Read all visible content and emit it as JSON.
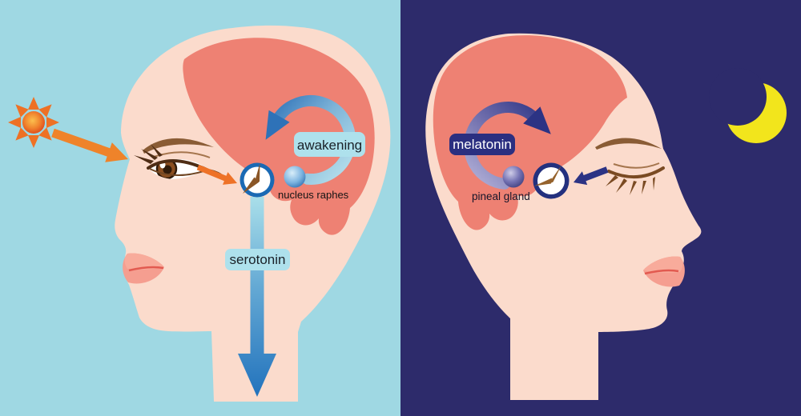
{
  "scene": {
    "description": "day-night serotonin and melatonin cycle diagram with two face profiles",
    "day": {
      "background": "#9fd8e3",
      "cycle_label": "awakening",
      "flow_label": "serotonin",
      "structure_label": "nucleus raphes"
    },
    "night": {
      "background": "#2d2b6b",
      "cycle_label": "melatonin",
      "structure_label": "pineal gland"
    },
    "colors": {
      "skin": "#fbdbcc",
      "brain": "#ee8173",
      "day_label_bg": "#aee1ec",
      "day_label_text": "#1a2128",
      "night_label_bg": "#2b2f80",
      "night_label_text": "#ffffff",
      "cycle_arrow_day_blue": "#2e72b8",
      "cycle_arrow_night_navy": "#2c3384",
      "orange_arrow": "#ef832a",
      "sun_ray": "#ee7125",
      "moon_yellow": "#f2e51c",
      "clock_ring_day": "#1a69b4",
      "clock_ring_night": "#23307e",
      "clock_hand_brown": "#8a5626",
      "lips_pink": "#f59e90",
      "small_text_dark": "#141414"
    },
    "icons": [
      "sun-icon",
      "moon-icon",
      "clock-icon",
      "brain-shape",
      "face-profile",
      "cycle-arrow",
      "flow-arrow",
      "neuron-dot-icon",
      "eye-icon"
    ]
  }
}
